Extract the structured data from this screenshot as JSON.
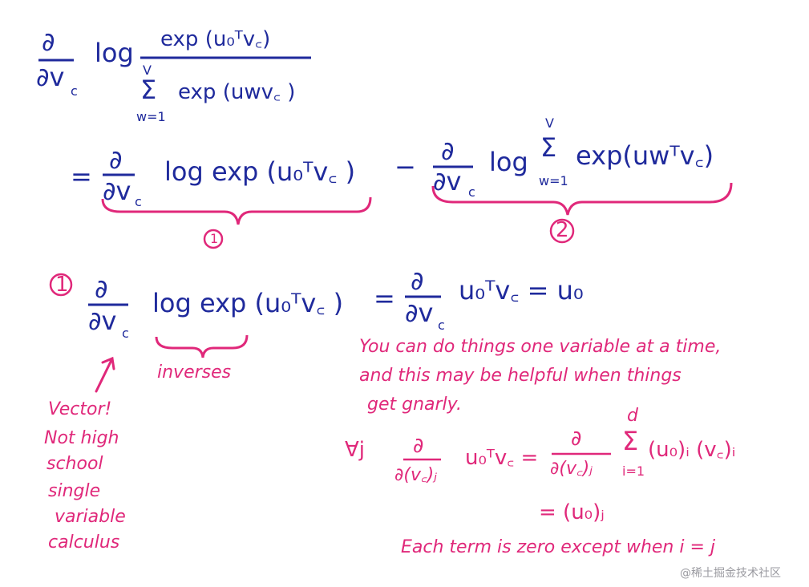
{
  "blue": {
    "l1_partial": "∂",
    "l1_wrt": "∂v",
    "l1_sub": "c",
    "l1_log": "log",
    "l1_numer": "exp (u₀ᵀv꜀)",
    "l1_sum_top": "V",
    "l1_sum": "Σ",
    "l1_sum_bot": "w=1",
    "l1_denom": "exp (uwv꜀ )",
    "l2_eq": "=",
    "l2_partial": "∂",
    "l2_wrt": "∂v",
    "l2_sub": "c",
    "l2_term1": "log exp (u₀ᵀv꜀ )",
    "l2_minus": "−",
    "l2_partial2": "∂",
    "l2_wrt2": "∂v",
    "l2_sub2": "c",
    "l2_log2": "log",
    "l2_sum_top": "V",
    "l2_sum": "Σ",
    "l2_sum_bot": "w=1",
    "l2_term2": "exp(uwᵀv꜀)",
    "l3_partial": "∂",
    "l3_wrt": "∂v",
    "l3_sub": "c",
    "l3_term": "log exp (u₀ᵀv꜀ )",
    "l3_eq": "=",
    "l3_partial2": "∂",
    "l3_wrt2": "∂v",
    "l3_sub2": "c",
    "l3_rhs": "u₀ᵀv꜀ = u₀"
  },
  "pink": {
    "label1": "1",
    "label2": "2",
    "label1_again": "1",
    "inverses": "inverses",
    "note_line1": "You can do things one variable at a time,",
    "note_line2": "and this may be helpful when things",
    "note_line3": "get gnarly.",
    "forall": "∀j",
    "d_top": "∂",
    "d_bot": "∂(v꜀)ⱼ",
    "d_term": "u₀ᵀv꜀ =",
    "d_top2": "∂",
    "d_bot2": "∂(v꜀)ⱼ",
    "d_sum_top": "d",
    "d_sum": "Σ",
    "d_sum_bot": "i=1",
    "d_sum_term": "(u₀)ᵢ (v꜀)ᵢ",
    "d_result": "= (u₀)ⱼ",
    "each_term": "Each term is zero except when i = j",
    "vector_1": "Vector!",
    "vector_2": "Not high",
    "vector_3": "school",
    "vector_4": "single",
    "vector_5": "variable",
    "vector_6": "calculus"
  },
  "watermark": "@稀土掘金技术社区",
  "colors": {
    "blue_ink": "#1f2a9c",
    "pink_ink": "#e0287a"
  }
}
